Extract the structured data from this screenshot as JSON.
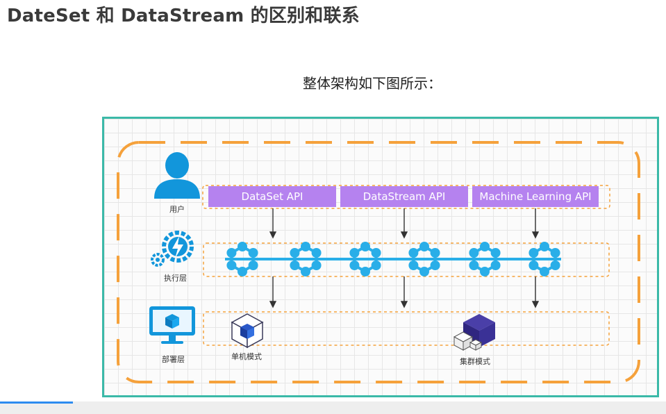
{
  "slide": {
    "title": "DateSet 和 DataStream 的区别和联系",
    "subtitle": "整体架构如下图所示："
  },
  "layers": [
    {
      "label": "用户",
      "icon": "user-icon"
    },
    {
      "label": "执行层",
      "icon": "gears-lightning-icon"
    },
    {
      "label": "部署层",
      "icon": "monitor-icon"
    }
  ],
  "apis": [
    "DataSet API",
    "DataStream API",
    "Machine Learning API"
  ],
  "deploy_modes": [
    {
      "label": "单机模式",
      "icon": "single-cube-icon"
    },
    {
      "label": "集群模式",
      "icon": "cluster-cubes-icon"
    }
  ],
  "colors": {
    "frame": "#3bb9a8",
    "dash": "#f5a13b",
    "api": "#b582ef",
    "graph": "#29aee8",
    "user": "#1296db"
  },
  "video": {
    "progress": 0.11
  }
}
